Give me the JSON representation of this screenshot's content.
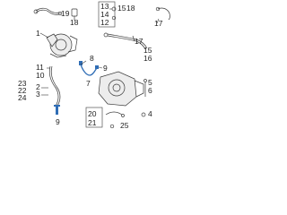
{
  "callouts": {
    "c1": "1",
    "c2": "2",
    "c3": "3",
    "c4": "4",
    "c5": "5",
    "c6": "6",
    "c7": "7",
    "c8": "8",
    "c9a": "9",
    "c9b": "9",
    "c10": "10",
    "c11": "11",
    "c12": "12",
    "c13": "13",
    "c14": "14",
    "c15": "15",
    "c16": "16",
    "c17a": "17",
    "c17b": "17",
    "c18": "18",
    "c19": "19",
    "c20": "20",
    "c21": "21",
    "c22": "22",
    "c23": "23",
    "c24": "24",
    "c25": "25"
  },
  "colors": {
    "line": "#3a3a3a",
    "highlight": "#2f6db5",
    "background": "#ffffff"
  }
}
